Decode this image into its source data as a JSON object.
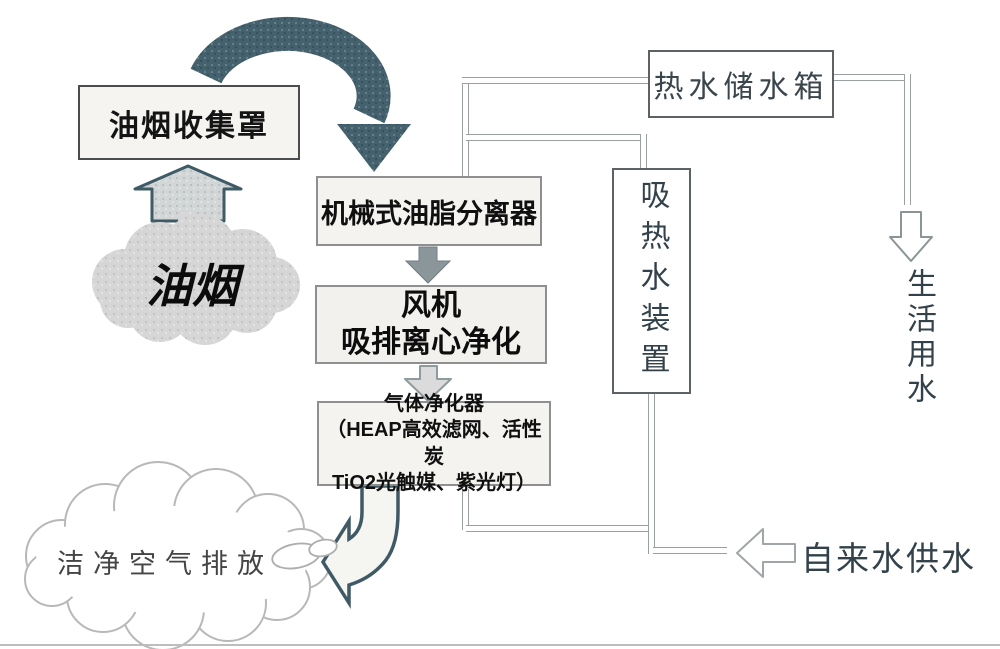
{
  "diagram": {
    "boxes": {
      "hood": "油烟收集罩",
      "grease_separator": "机械式油脂分离器",
      "fan_line1": "风机",
      "fan_line2": "吸排离心净化",
      "purifier_line1": "气体净化器",
      "purifier_line2": "（HEAP高效滤网、活性炭",
      "purifier_line3": "TiO2光触媒、紫光灯）",
      "hot_water_tank": "热水储水箱",
      "heat_absorber": "吸热水装置"
    },
    "clouds": {
      "oil_smoke": "油烟",
      "clean_air": "洁净空气排放"
    },
    "labels": {
      "domestic_water": "生活用水",
      "tap_water": "自来水供水"
    },
    "icons": {
      "curved_flow_arrow": "thick-curved-down-arrow",
      "smoke_up_arrow": "up-arrow",
      "step_down_arrow_1": "down-arrow",
      "step_down_arrow_2": "down-arrow",
      "exhaust_j_arrow": "curved-left-arrow",
      "domestic_water_arrow": "hollow-down-arrow",
      "tap_water_arrow": "hollow-left-arrow"
    },
    "colors": {
      "arrow_dark": "#45616d",
      "arrow_solid_gray": "#8b969b",
      "arrow_light_gray": "#dbdbdb",
      "pipe": "#9aa0a0",
      "box_fill": "#f4f3ef",
      "serif_text": "#3a464c",
      "cloud_fill": "#d7d7d7",
      "cloud_outline": "#b8b8b8"
    }
  }
}
